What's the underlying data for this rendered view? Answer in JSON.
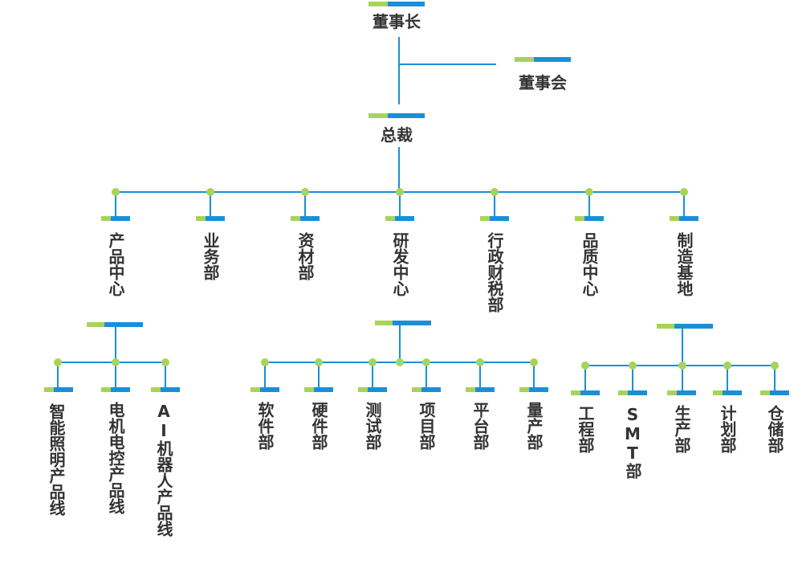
{
  "colors": {
    "line": "#1a8fd8",
    "accent_green": "#a8d35a",
    "accent_blue": "#1a8fd8",
    "text": "#333333",
    "dot": "#a8d35a"
  },
  "nodes": {
    "chairman": "董事长",
    "board": "董事会",
    "ceo": "总裁",
    "product_center": "产品中心",
    "business": "业务部",
    "materials": "资材部",
    "rnd_center": "研发中心",
    "admin_finance": "行政财税部",
    "quality_center": "品质中心",
    "manufacturing": "制造基地",
    "smart_lighting": "智能照明产品线",
    "motor_control": "电机电控产品线",
    "ai_robot": "AI机器人产品线",
    "software": "软件部",
    "hardware": "硬件部",
    "testing": "测试部",
    "project": "项目部",
    "platform": "平台部",
    "mass_production": "量产部",
    "engineering": "工程部",
    "smt": "SMT部",
    "production": "生产部",
    "planning": "计划部",
    "warehouse": "仓储部"
  }
}
